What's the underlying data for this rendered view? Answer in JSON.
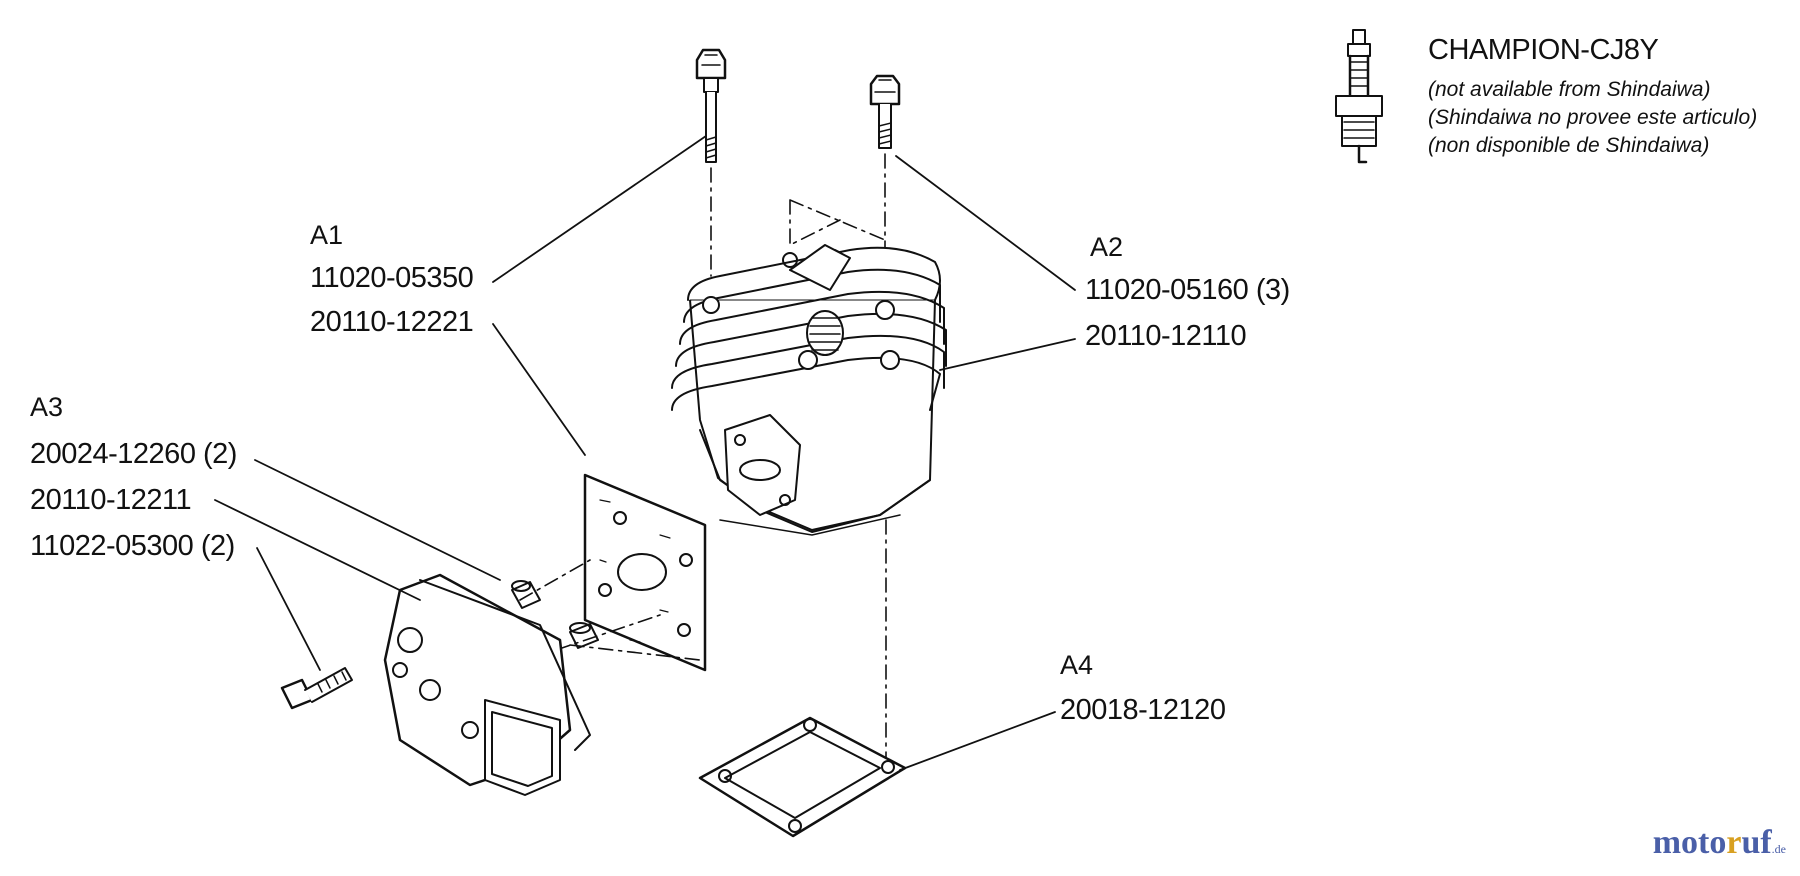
{
  "spark_plug": {
    "name": "CHAMPION-CJ8Y",
    "notes": [
      "(not available from Shindaiwa)",
      "(Shindaiwa no provee este articulo)",
      "(non disponible de Shindaiwa)"
    ]
  },
  "callouts": {
    "a1": {
      "label": "A1",
      "parts": [
        "11020-05350",
        "20110-12221"
      ]
    },
    "a2": {
      "label": "A2",
      "parts": [
        "11020-05160 (3)",
        "20110-12110"
      ]
    },
    "a3": {
      "label": "A3",
      "parts": [
        "20024-12260 (2)",
        "20110-12211",
        "11022-05300 (2)"
      ]
    },
    "a4": {
      "label": "A4",
      "parts": [
        "20018-12120"
      ]
    }
  },
  "watermark": {
    "part1": "moto",
    "part2": "r",
    "part3": "uf",
    "tld": ".de"
  },
  "icons": [
    "spark-plug-icon",
    "bolt-icon",
    "cylinder-icon",
    "gasket-icon",
    "intake-flange-icon",
    "dowel-pin-icon"
  ]
}
